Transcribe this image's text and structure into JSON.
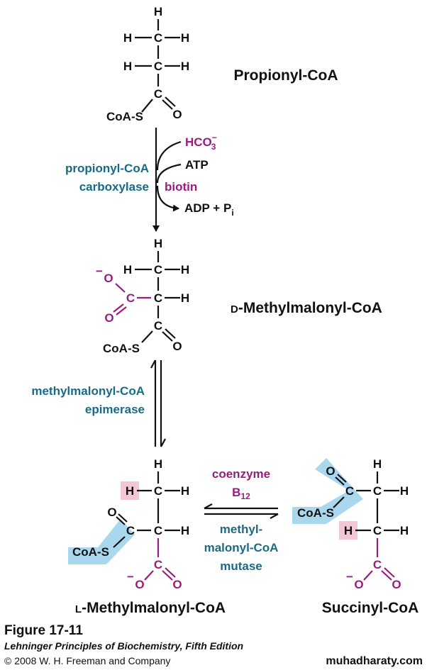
{
  "compounds": {
    "propionyl": "Propionyl-CoA",
    "d_methylmalonyl_prefix": "D",
    "d_methylmalonyl_rest": "-Methylmalonyl-CoA",
    "l_methylmalonyl_prefix": "L",
    "l_methylmalonyl_rest": "-Methylmalonyl-CoA",
    "succinyl": "Succinyl-CoA"
  },
  "atoms": {
    "H": "H",
    "C": "C",
    "O": "O",
    "coas": "CoA-S",
    "minus": "−"
  },
  "enzymes": {
    "carboxylase_1": "propionyl-CoA",
    "carboxylase_2": "carboxylase",
    "epimerase_1": "methylmalonyl-CoA",
    "epimerase_2": "epimerase",
    "mutase_1": "methyl-",
    "mutase_2": "malonyl-CoA",
    "mutase_3": "mutase"
  },
  "cofactors": {
    "hco3": "HCO",
    "hco3_sub": "3",
    "hco3_sup": "−",
    "atp": "ATP",
    "biotin": "biotin",
    "adp": "ADP  +  P",
    "pi_sub": "i",
    "coenzyme": "coenzyme",
    "b12": "B",
    "b12_sub": "12"
  },
  "caption": {
    "figure": "Figure 17-11",
    "book": "Lehninger Principles of Biochemistry, Fifth Edition",
    "copyright": "© 2008 W. H. Freeman and Company"
  },
  "watermark": "muhadharaty.com",
  "colors": {
    "text": "#111111",
    "purple": "#9b1b7e",
    "teal": "#1a6a86",
    "highlight_blue": "#a9d8ee",
    "highlight_pink": "#f2c6d6"
  }
}
